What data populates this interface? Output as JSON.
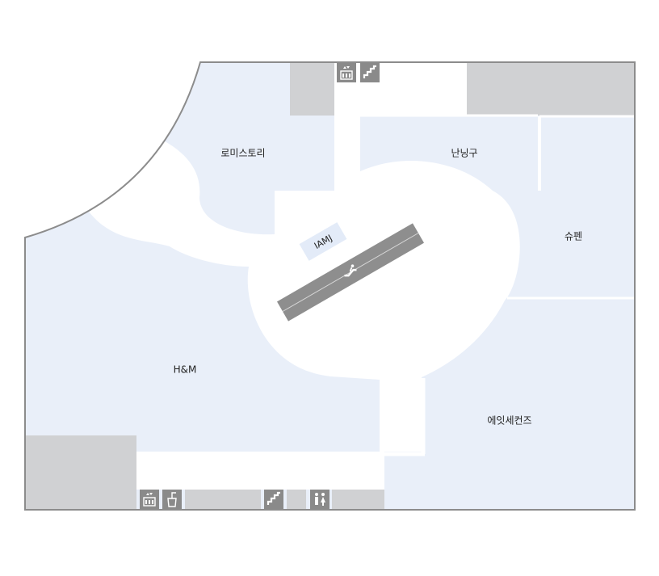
{
  "stores": {
    "romistory": "로미스토리",
    "nanninggu": "난닝구",
    "shupen": "슈펜",
    "hm": "H&M",
    "iamj": "IAMJ",
    "eightseconds": "에잇세컨즈"
  },
  "facility_icons": [
    "elevator-icon",
    "stairs-icon",
    "escalator-icon",
    "drinking-water-icon",
    "restroom-icon"
  ],
  "colors": {
    "store_fill": "#e9eff9",
    "service_fill": "#d0d1d3",
    "facility_icon": "#8a8a8a",
    "outline": "#8c8c8c"
  }
}
